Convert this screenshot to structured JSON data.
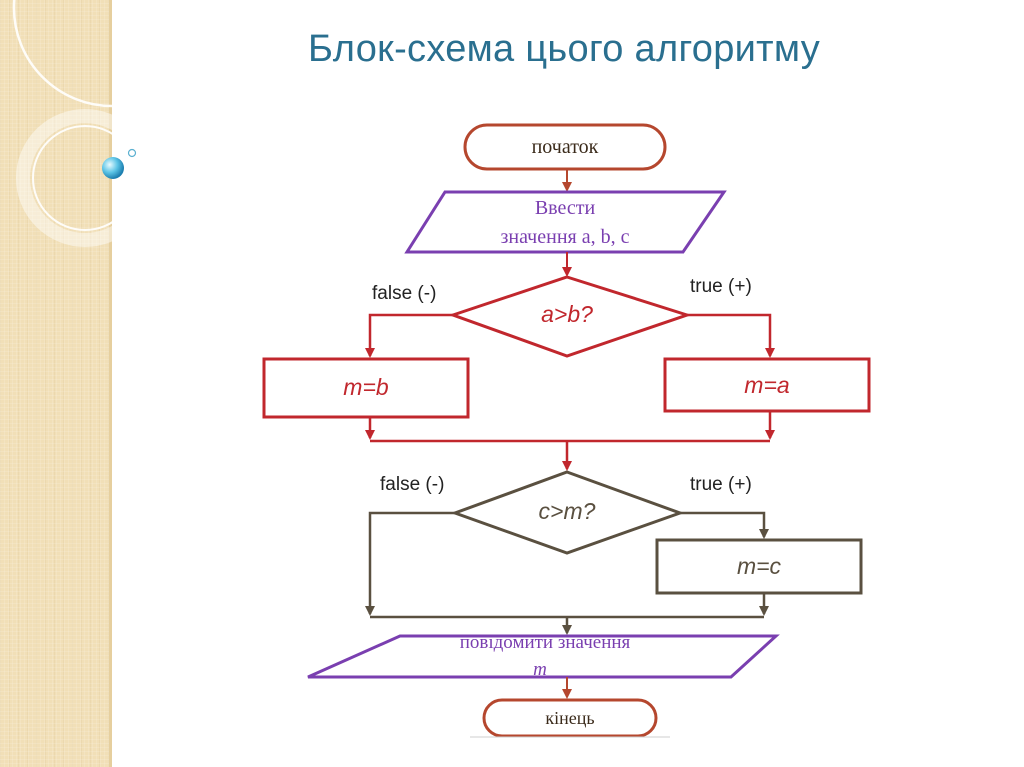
{
  "slide": {
    "title": "Блок-схема цього алгоритму"
  },
  "flowchart": {
    "start_label": "початок",
    "input_label_line1": "Ввести",
    "input_label_line2": "значення a, b, c",
    "decision1_label": "a>b?",
    "decision1_false": "false (-)",
    "decision1_true": "true (+)",
    "assign_false1": "m=b",
    "assign_true1": "m=a",
    "decision2_label": "c>m?",
    "decision2_false": "false (-)",
    "decision2_true": "true (+)",
    "assign_true2": "m=c",
    "output_label_line1": "повідомити значення",
    "output_label_line2": "m",
    "end_label": "кінець"
  },
  "colors": {
    "title": "#2a6f8f",
    "terminator": "#b5472e",
    "io": "#7a3fb0",
    "process1": "#c1272d",
    "process2": "#5a5040",
    "arrow1": "#c1272d",
    "arrow2": "#5a5040"
  }
}
